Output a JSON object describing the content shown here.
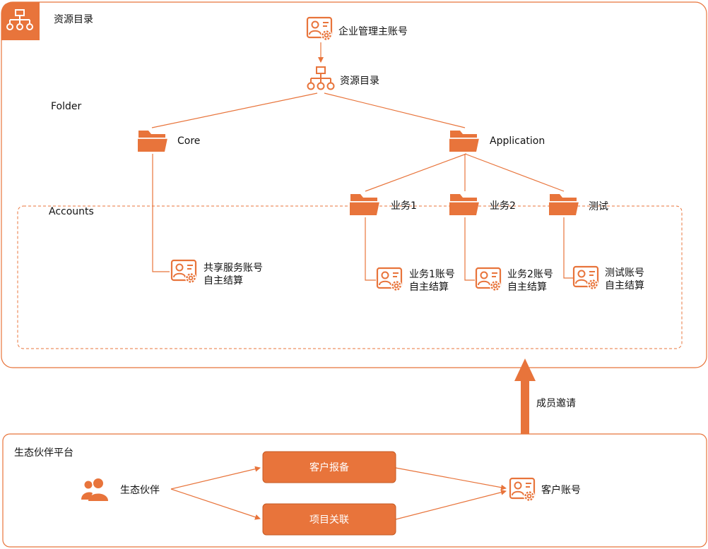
{
  "top_region": {
    "label": "资源目录"
  },
  "master_account": {
    "label": "企业管理主账号"
  },
  "resource_directory_node": {
    "label": "资源目录"
  },
  "folder_label": "Folder",
  "accounts_label": "Accounts",
  "folders": {
    "core": "Core",
    "application": "Application",
    "biz1": "业务1",
    "biz2": "业务2",
    "test": "测试"
  },
  "accounts": {
    "shared": {
      "line1": "共享服务账号",
      "line2": "自主结算"
    },
    "biz1": {
      "line1": "业务1账号",
      "line2": "自主结算"
    },
    "biz2": {
      "line1": "业务2账号",
      "line2": "自主结算"
    },
    "test": {
      "line1": "测试账号",
      "line2": "自主结算"
    }
  },
  "invite_label": "成员邀请",
  "bottom_region": {
    "label": "生态伙伴平台"
  },
  "partner": {
    "label": "生态伙伴"
  },
  "buttons": {
    "report": "客户报备",
    "link": "项目关联"
  },
  "customer_account": {
    "label": "客户账号"
  },
  "colors": {
    "accent": "#e8743b",
    "region_border": "#e8743b"
  }
}
